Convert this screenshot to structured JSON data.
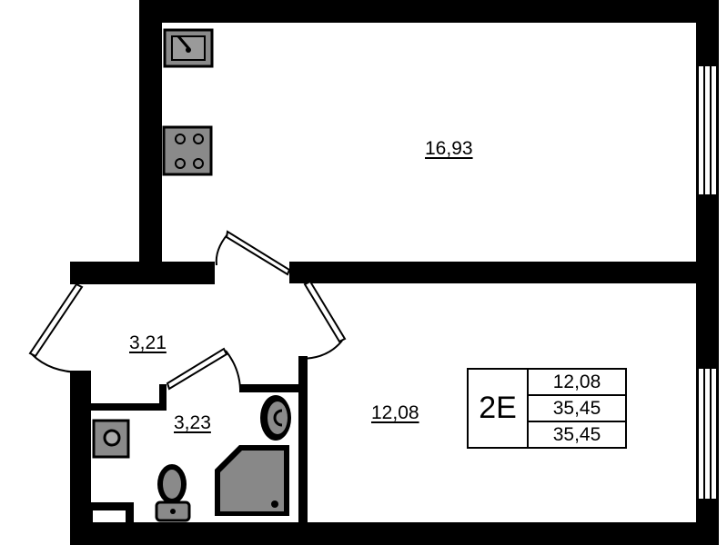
{
  "rooms": {
    "kitchen_living": "16,93",
    "hall": "3,21",
    "bathroom": "3,23",
    "bedroom": "12,08"
  },
  "tag": {
    "code": "2E",
    "values": [
      "12,08",
      "35,45",
      "35,45"
    ]
  },
  "colors": {
    "wall": "#000000",
    "fixture": "#8a8a8a"
  }
}
